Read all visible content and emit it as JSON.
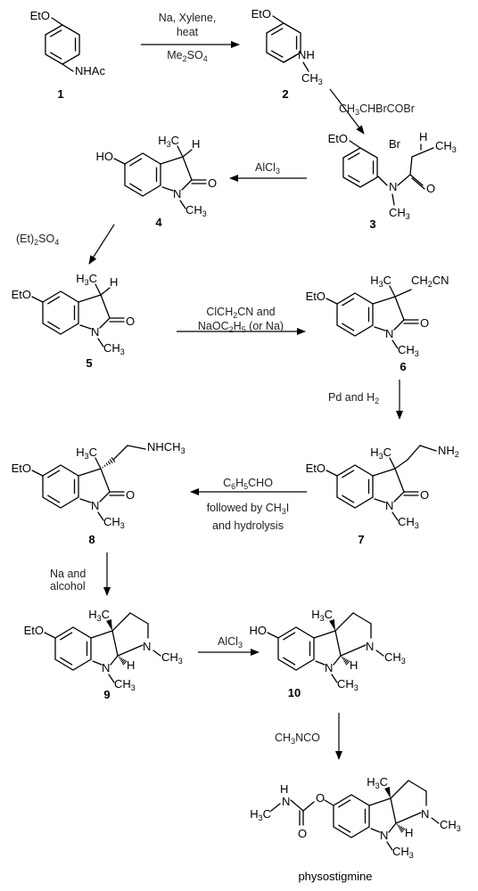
{
  "compounds": [
    {
      "number": "1",
      "labels": {
        "eto": "EtO",
        "nhac": "NHAc"
      }
    },
    {
      "number": "2",
      "labels": {
        "eto": "EtO",
        "nh": "NH",
        "ch3": "CH3"
      }
    },
    {
      "number": "3",
      "labels": {
        "eto": "EtO",
        "br": "Br",
        "h": "H",
        "ch3": "CH3",
        "o": "O",
        "n": "N",
        "nch3": "CH3"
      }
    },
    {
      "number": "4",
      "labels": {
        "ho": "HO",
        "h3c": "H3C",
        "h": "H",
        "o": "O",
        "n": "N",
        "nch3": "CH3"
      }
    },
    {
      "number": "5",
      "labels": {
        "eto": "EtO",
        "h3c": "H3C",
        "h": "H",
        "o": "O",
        "n": "N",
        "nch3": "CH3"
      }
    },
    {
      "number": "6",
      "labels": {
        "eto": "EtO",
        "h3c": "H3C",
        "ch2cn": "CH2CN",
        "o": "O",
        "n": "N",
        "nch3": "CH3"
      }
    },
    {
      "number": "7",
      "labels": {
        "eto": "EtO",
        "h3c": "H3C",
        "nh2": "NH2",
        "o": "O",
        "n": "N",
        "nch3": "CH3"
      }
    },
    {
      "number": "8",
      "labels": {
        "eto": "EtO",
        "h3c": "H3C",
        "nhch3": "NHCH3",
        "o": "O",
        "n": "N",
        "nch3": "CH3"
      }
    },
    {
      "number": "9",
      "labels": {
        "eto": "EtO",
        "h3c": "H3C",
        "n": "N",
        "ch3": "CH3",
        "h": "H",
        "n2": "N",
        "nch3": "CH3"
      }
    },
    {
      "number": "10",
      "labels": {
        "ho": "HO",
        "h3c": "H3C",
        "n": "N",
        "ch3": "CH3",
        "h": "H",
        "n2": "N",
        "nch3": "CH3"
      }
    },
    {
      "number": "physostigmine",
      "labels": {
        "h3c": "H3C",
        "n": "N",
        "h": "H",
        "o": "O",
        "o2": "O",
        "h3c2": "H3C",
        "n2": "N",
        "ch3": "CH3",
        "h2": "H",
        "n3": "N",
        "nch3": "CH3"
      }
    }
  ],
  "reagents": {
    "r1": [
      "Na, Xylene,",
      "heat",
      "Me2SO4"
    ],
    "r2": [
      "CH3CHBrCOBr"
    ],
    "r3": [
      "AlCl3"
    ],
    "r4": [
      "(Et)2SO4"
    ],
    "r5": [
      "ClCH2CN and",
      "NaOC2H5 (or Na)"
    ],
    "r6": [
      "Pd and H2"
    ],
    "r7": [
      "C6H5CHO",
      "followed by CH3I",
      "and hydrolysis"
    ],
    "r8": [
      "Na and",
      "alcohol"
    ],
    "r9": [
      "AlCl3"
    ],
    "r10": [
      "CH3NCO"
    ]
  },
  "product_name": "physostigmine"
}
